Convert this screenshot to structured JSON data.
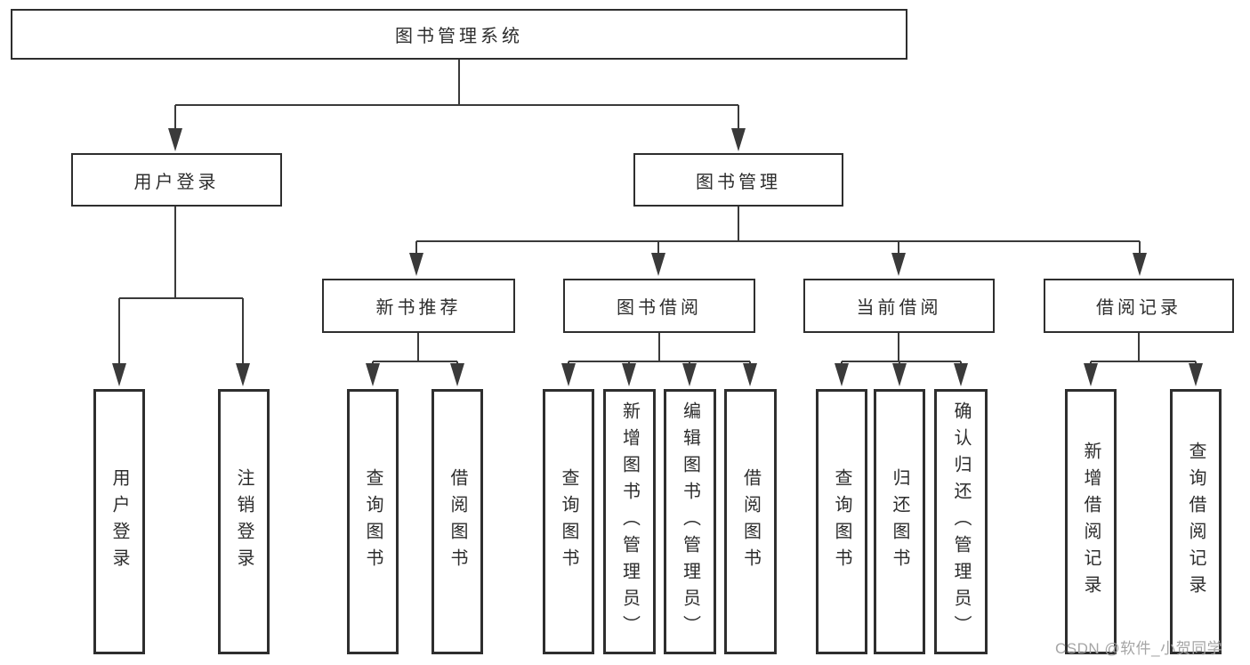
{
  "nodes": {
    "root": "图书管理系统",
    "user_login": "用户登录",
    "book_management": "图书管理",
    "new_book": "新书推荐",
    "book_borrow": "图书借阅",
    "current_borrow": "当前借阅",
    "borrow_record": "借阅记录",
    "user_login_children": [
      "用户登录",
      "注销登录"
    ],
    "new_book_children": [
      "查询图书",
      "借阅图书"
    ],
    "book_borrow_children": [
      "查询图书",
      "新增图书（管理员）",
      "编辑图书（管理员）",
      "借阅图书"
    ],
    "current_borrow_children": [
      "查询图书",
      "归还图书",
      "确认归还（管理员）"
    ],
    "borrow_record_children": [
      "新增借阅记录",
      "查询借阅记录"
    ]
  },
  "watermark": "CSDN @软件_小贺同学",
  "colors": {
    "line": "#3a3a3a",
    "border": "#2e2e2e",
    "text": "#2d2d2d",
    "bg": "#ffffff",
    "watermark": "#a5a5a5"
  }
}
